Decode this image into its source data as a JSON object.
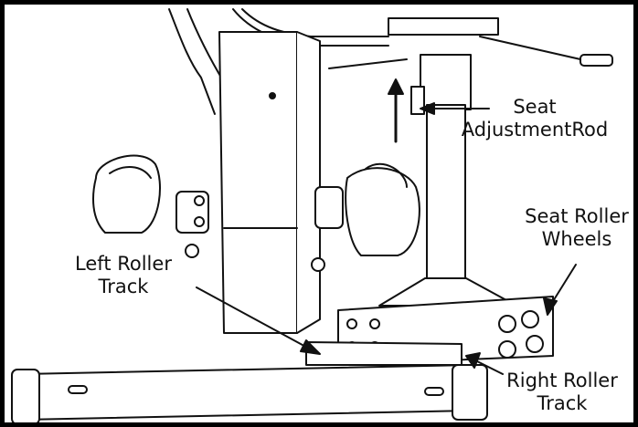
{
  "labels": {
    "seat_rod": {
      "line1": "Seat",
      "line2": "AdjustmentRod"
    },
    "seat_wheels": {
      "line1": "Seat Roller",
      "line2": "Wheels"
    },
    "left_track": {
      "line1": "Left Roller",
      "line2": "Track"
    },
    "right_track": {
      "line1": "Right Roller",
      "line2": "Track"
    }
  },
  "colors": {
    "line": "#111111",
    "background": "#ffffff",
    "frame": "#000000"
  }
}
